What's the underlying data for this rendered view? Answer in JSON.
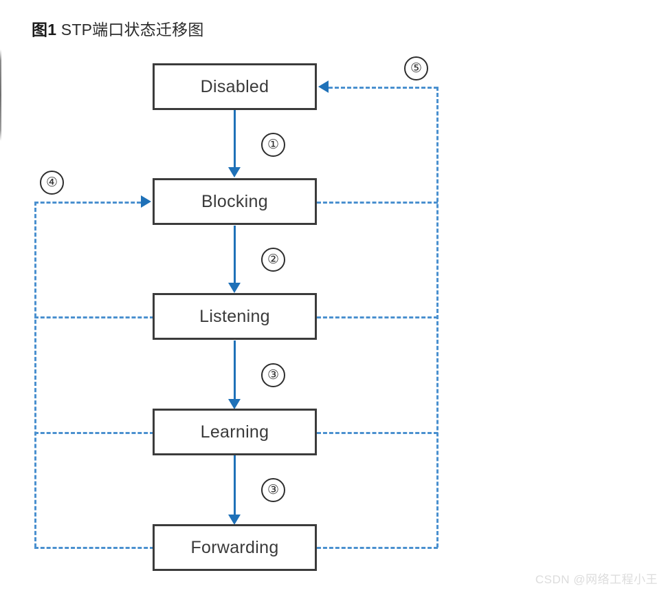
{
  "caption": {
    "figure_number": "图1",
    "text": " STP端口状态迁移图"
  },
  "diagram": {
    "type": "state-transition",
    "title": "STP端口状态迁移图",
    "nodes": [
      {
        "id": "disabled",
        "label": "Disabled"
      },
      {
        "id": "blocking",
        "label": "Blocking"
      },
      {
        "id": "listening",
        "label": "Listening"
      },
      {
        "id": "learning",
        "label": "Learning"
      },
      {
        "id": "forwarding",
        "label": "Forwarding"
      }
    ],
    "markers": [
      {
        "id": "m1",
        "label": "①",
        "between": "Disabled → Blocking"
      },
      {
        "id": "m2",
        "label": "②",
        "between": "Blocking → Listening"
      },
      {
        "id": "m3",
        "label": "③",
        "between": "Listening → Learning"
      },
      {
        "id": "m4",
        "label": "③",
        "between": "Learning → Forwarding"
      },
      {
        "id": "m5",
        "label": "④",
        "between": "Forwarding/Learning/Listening → Blocking"
      },
      {
        "id": "m6",
        "label": "⑤",
        "between": "Any state → Disabled"
      }
    ],
    "edges": [
      {
        "from": "Disabled",
        "to": "Blocking",
        "style": "solid",
        "marker": "①"
      },
      {
        "from": "Blocking",
        "to": "Listening",
        "style": "solid",
        "marker": "②"
      },
      {
        "from": "Listening",
        "to": "Learning",
        "style": "solid",
        "marker": "③"
      },
      {
        "from": "Learning",
        "to": "Forwarding",
        "style": "solid",
        "marker": "③"
      },
      {
        "from": "Listening",
        "to": "Blocking",
        "style": "dashed",
        "marker": "④"
      },
      {
        "from": "Learning",
        "to": "Blocking",
        "style": "dashed",
        "marker": "④"
      },
      {
        "from": "Forwarding",
        "to": "Blocking",
        "style": "dashed",
        "marker": "④"
      },
      {
        "from": "Blocking",
        "to": "Disabled",
        "style": "dashed",
        "marker": "⑤"
      },
      {
        "from": "Listening",
        "to": "Disabled",
        "style": "dashed",
        "marker": "⑤"
      },
      {
        "from": "Learning",
        "to": "Disabled",
        "style": "dashed",
        "marker": "⑤"
      },
      {
        "from": "Forwarding",
        "to": "Disabled",
        "style": "dashed",
        "marker": "⑤"
      }
    ],
    "colors": {
      "solid_arrow": "#1f71b8",
      "dashed_line": "#4a90cf",
      "box_border": "#3b3b3b",
      "text": "#3a3a3a"
    }
  },
  "watermark": {
    "text": "CSDN @网络工程小王"
  }
}
